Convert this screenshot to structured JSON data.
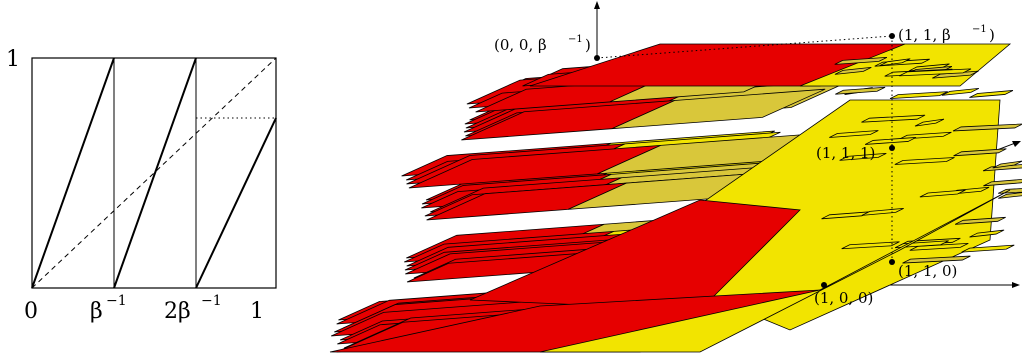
{
  "left_plot": {
    "y_tick_1": "1",
    "x_ticks": [
      "0",
      "β",
      "2β",
      "1"
    ],
    "x_tick_sup": "−1",
    "x_ticks_full": [
      "0",
      "β^{-1}",
      "2β^{-1}",
      "1"
    ]
  },
  "right_plot": {
    "labels": {
      "p00b": "(0, 0, β",
      "p11b": "(1, 1, β",
      "p111": "(1, 1, 1)",
      "p110": "(1, 1, 0)",
      "p100": "(1, 0, 0)",
      "sup": "−1",
      "close": ")"
    }
  },
  "colors": {
    "red": "#e60000",
    "yellow": "#f2e400",
    "dark_yellow": "#d9c73a",
    "stroke": "#000000"
  }
}
